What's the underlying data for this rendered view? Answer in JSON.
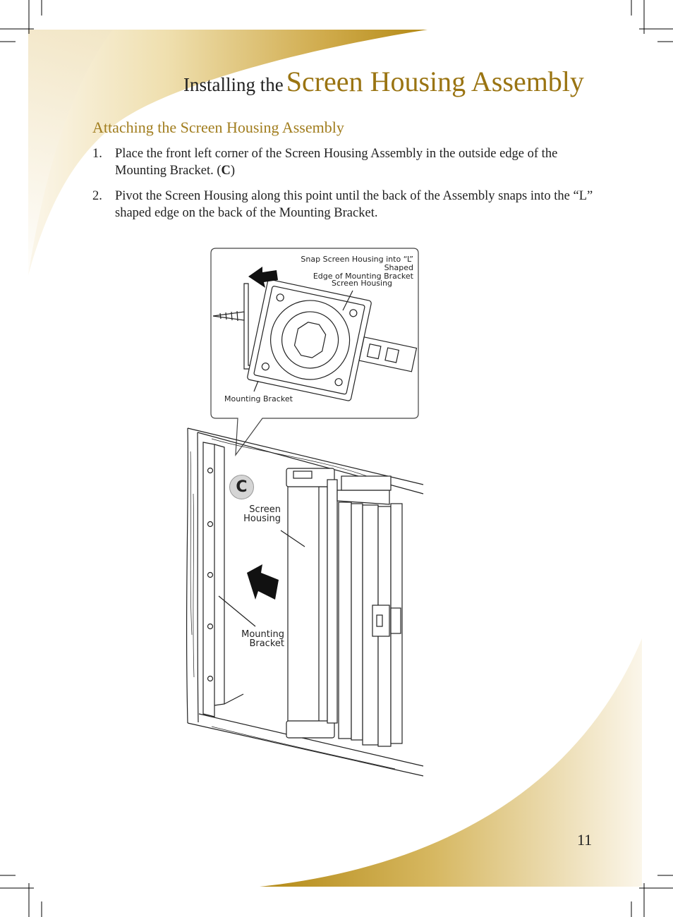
{
  "header": {
    "title_prefix": "Installing the",
    "title_main": "Screen Housing Assembly"
  },
  "section": {
    "heading": "Attaching the Screen Housing Assembly"
  },
  "steps": [
    {
      "num": "1.",
      "text_before": "Place the front left corner of the Screen Housing Assembly in the outside edge of the Mounting Bracket. (",
      "text_bold": "C",
      "text_after": ")"
    },
    {
      "num": "2.",
      "text": "Pivot the Screen Housing along this point until the back of the Assembly snaps into the “L” shaped edge on the back of the Mounting Bracket."
    }
  ],
  "callout": {
    "label_snap_line1": "Snap Screen Housing into “L” Shaped",
    "label_snap_line2": "Edge of Mounting  Bracket",
    "label_screen_housing": "Screen Housing",
    "label_mounting_bracket": "Mounting Bracket"
  },
  "diagram": {
    "badge": "C",
    "label_screen_line1": "Screen",
    "label_screen_line2": "Housing",
    "label_mounting_line1": "Mounting",
    "label_mounting_line2": "Bracket"
  },
  "footer": {
    "page_number": "11"
  },
  "colors": {
    "gold_dark": "#b48a16",
    "gold_light": "#f4ead0",
    "heading_gold": "#a17d1e"
  }
}
